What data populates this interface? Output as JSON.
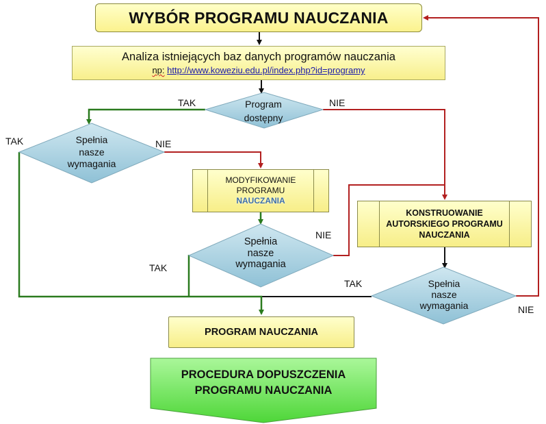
{
  "title": "WYBÓR PROGRAMU NAUCZANIA",
  "analysis": {
    "line1": "Analiza istniejących baz danych programów nauczania",
    "prefix": "np:",
    "url": "http://www.koweziu.edu.pl/index.php?id=programy"
  },
  "decision_available": {
    "line1": "Program",
    "line2": "dostępny"
  },
  "decision_requirements": {
    "line1": "Spełnia",
    "line2": "nasze",
    "line3": "wymagania"
  },
  "modify": {
    "line1": "MODYFIKOWANIE",
    "line2": "PROGRAMU",
    "line3": "NAUCZANIA"
  },
  "construct": {
    "line1": "KONSTRUOWANIE",
    "line2": "AUTORSKIEGO PROGRAMU",
    "line3": "NAUCZANIA"
  },
  "program": "PROGRAM NAUCZANIA",
  "procedure": {
    "line1": "PROCEDURA DOPUSZCZENIA",
    "line2": "PROGRAMU NAUCZANIA"
  },
  "labels": {
    "yes": "TAK",
    "no": "NIE"
  },
  "colors": {
    "yes_line": "#2a7a1e",
    "no_line": "#b21f1f",
    "black_line": "#111111",
    "diamond_fill": "#9fcbdc",
    "procedure_fill": "#6fe05a"
  }
}
